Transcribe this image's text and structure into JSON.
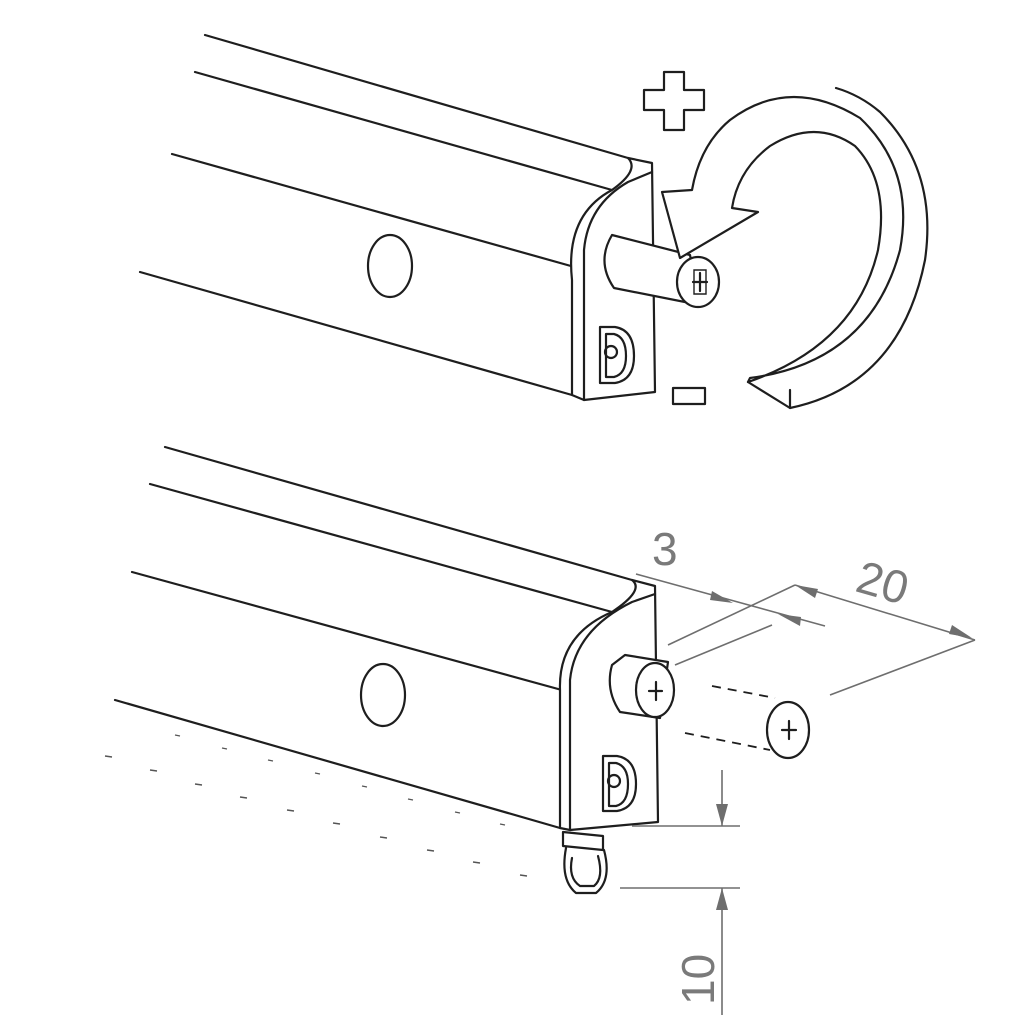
{
  "adjustment": {
    "increase_symbol": "+",
    "decrease_symbol": "-"
  },
  "dimensions": {
    "gap": "3",
    "pin_length": "20",
    "seal_height": "10"
  }
}
